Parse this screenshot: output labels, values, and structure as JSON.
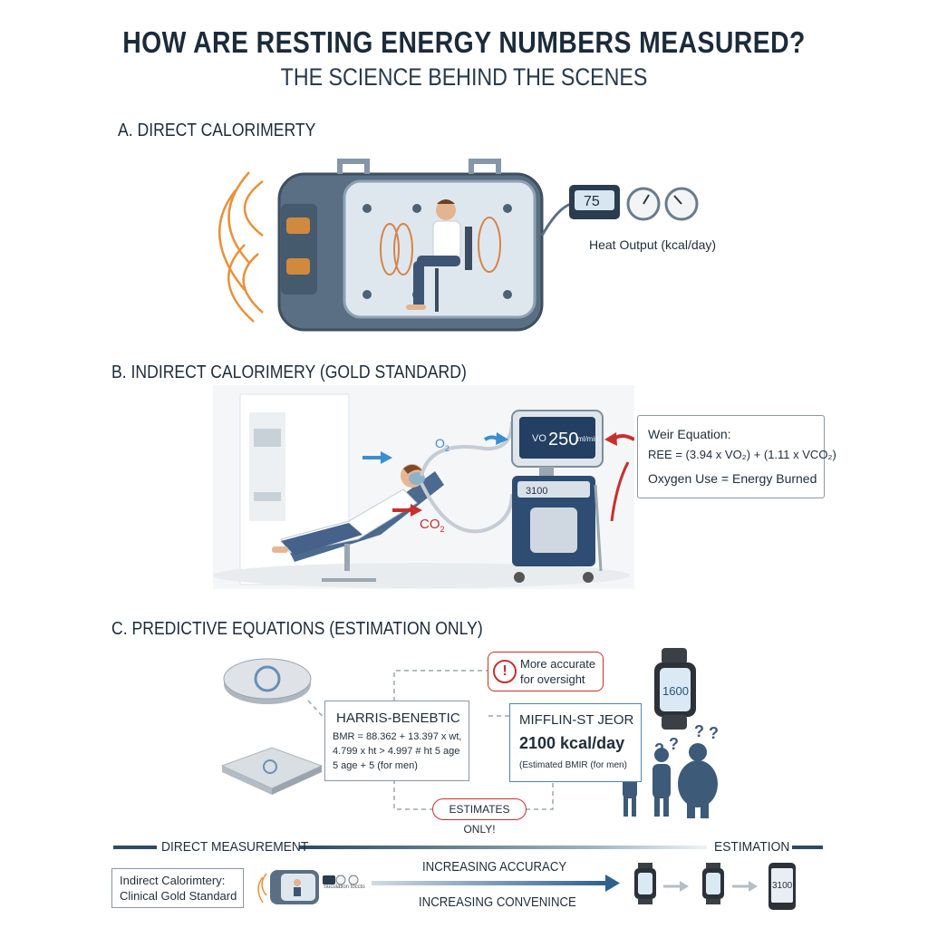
{
  "header": {
    "title": "HOW ARE RESTING ENERGY NUMBERS MEASURED?",
    "subtitle": "THE SCIENCE BEHIND THE SCENES"
  },
  "section_a": {
    "heading": "A. DIRECT CALORIMERTY",
    "monitor_value": "75",
    "output_label": "Heat Output (kcal/day)"
  },
  "section_b": {
    "heading": "B. INDIRECT CALORIMERY (GOLD STANDARD)",
    "o2_label": "O",
    "o2_sub": "2",
    "co2_label": "CO",
    "co2_sub": "2",
    "screen_prefix": "VO",
    "screen_value": "250",
    "screen_suffix": "ml/min",
    "cart_label": "3100",
    "equation_title": "Weir Equation:",
    "equation": "REE = (3.94 x VO₂) + (1.11 x VCO₂)",
    "equation_note": "Oxygen Use = Energy Burned"
  },
  "section_c": {
    "heading": "C. PREDICTIVE EQUATIONS (ESTIMATION ONLY)",
    "alert_line1": "More accurate",
    "alert_line2": "for oversight",
    "harris_title": "HARRIS-BENEBTIC",
    "harris_line1": "BMR = 88.362 + 13.397 x wt,",
    "harris_line2": "4.799 x ht > 4.997 # ht 5 age",
    "harris_line3": "5 age + 5 (for men)",
    "mifflin_title": "MIFFLIN-ST JEOR",
    "mifflin_value": "2100 kcal/day",
    "mifflin_note": "(Estimated BMIR (for men)",
    "watch_value": "1600",
    "estimates_label": "ESTIMATES ONLY!"
  },
  "footer": {
    "left_label": "DIRECT MEASUREMENT",
    "right_label": "ESTIMATION",
    "box_line1": "Indirect Calorimtery:",
    "box_line2": "Clinical Gold Standard",
    "mini_caption": "Suculation toccto",
    "accuracy_label": "INCREASING ACCURACY",
    "convenience_label": "INCREASING CONVENINCE",
    "phone_value": "3100"
  },
  "colors": {
    "navy": "#2c4a66",
    "steel": "#6f8499",
    "heat": "#e8913a",
    "red": "#c9302c",
    "blue_arrow": "#3a8fd0"
  }
}
